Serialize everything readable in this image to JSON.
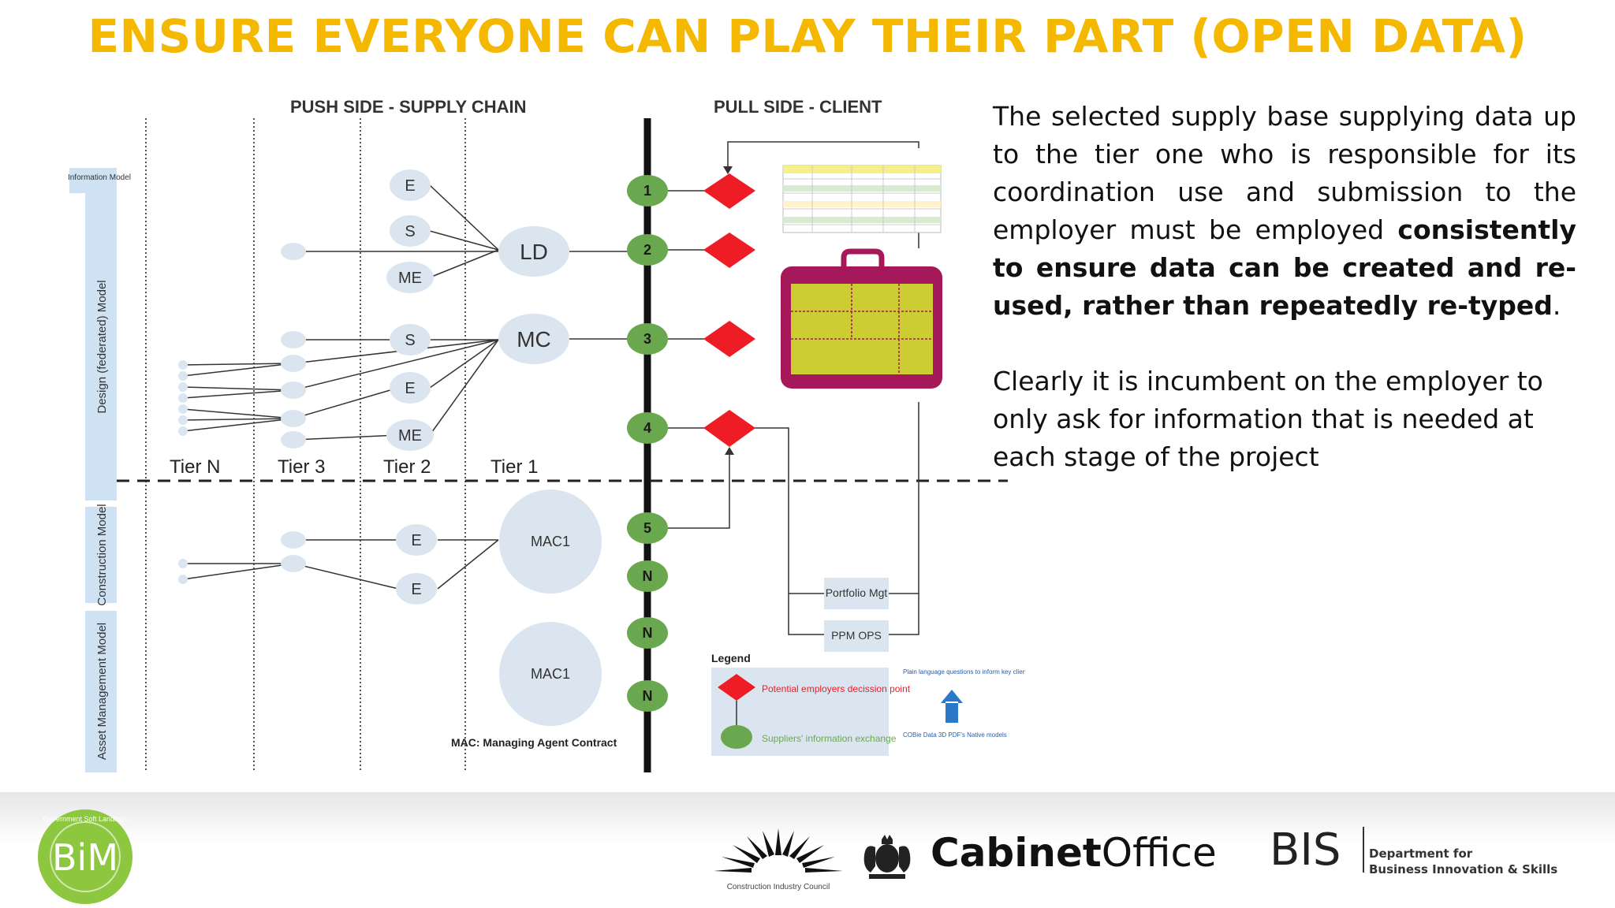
{
  "slide": {
    "title": "ENSURE EVERYONE CAN PLAY THEIR PART (OPEN DATA)"
  },
  "diagram": {
    "push_header": "PUSH SIDE - SUPPLY CHAIN",
    "pull_header": "PULL SIDE - CLIENT",
    "side_bands": [
      "Information Model",
      "Design (federated) Model",
      "Construction Model",
      "Asset Management Model"
    ],
    "tiers": [
      "Tier N",
      "Tier 3",
      "Tier 2",
      "Tier 1"
    ],
    "tier2_nodes": [
      "E",
      "S",
      "ME",
      "S",
      "E",
      "ME",
      "E",
      "E"
    ],
    "tier1_nodes": [
      "LD",
      "MC",
      "MAC1",
      "MAC1"
    ],
    "stage_nodes": [
      "1",
      "2",
      "3",
      "4",
      "5",
      "N",
      "N",
      "N"
    ],
    "client_boxes": [
      "Portfolio Mgt",
      "PPM OPS"
    ],
    "mac_note": "MAC: Managing Agent Contract",
    "legend": {
      "title": "Legend",
      "decision": "Potential employers decission point",
      "exchange": "Suppliers' information exchange",
      "arrow_top": "Plain language questions to inform key client decisions",
      "arrow_bottom": "COBie Data 3D PDF's Native models"
    },
    "colors": {
      "diamond": "#ee1c25",
      "stage_node": "#6aa84f",
      "tier_node": "#dbe5ef",
      "title": "#f5b800"
    }
  },
  "text": {
    "para1_start": "The selected supply base supplying data up to the tier one who is responsible for its coordination use and submission to the employer must be employed ",
    "para1_bold": "consistently to ensure data can be created and re-used, rather than repeatedly re-typed",
    "para1_end": ".",
    "para2": "Clearly it is incumbent on the employer to only ask for information that is needed at each stage of the project"
  },
  "footer": {
    "logos": [
      "BIM",
      "Construction Industry Council",
      "CabinetOffice",
      "BIS Department for Business Innovation & Skills"
    ],
    "bim_ring_text": "Government Soft Landings",
    "bim_label": "BiM",
    "cic_label": "Construction Industry Council",
    "cabinet_bold": "Cabinet",
    "cabinet_light": "Office",
    "bis_label": "BIS",
    "bis_dept_line1": "Department for",
    "bis_dept_line2": "Business Innovation & Skills"
  }
}
